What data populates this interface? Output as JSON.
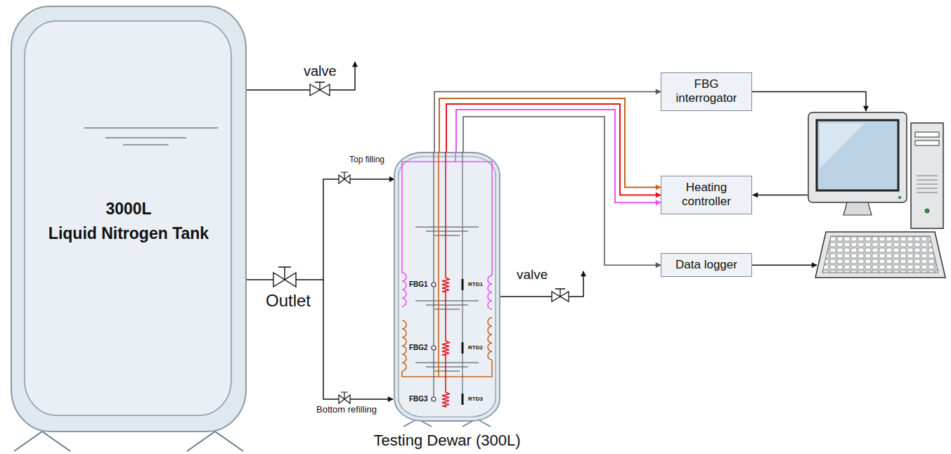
{
  "diagram": {
    "nodes": [
      {
        "text": [
          "3000L Liquid Nitrogen Tank"
        ]
      },
      {
        "text": [
          "Testing Dewar (300L)"
        ]
      },
      {
        "text": [
          "FBG interrogator"
        ]
      },
      {
        "text": [
          "Heating controller"
        ]
      },
      {
        "text": [
          "Data logger"
        ]
      }
    ],
    "edges": [
      {
        "from": 0,
        "to": 1,
        "arrow": "to"
      },
      {
        "from": 1,
        "to": 2,
        "arrow": "to"
      },
      {
        "from": 1,
        "to": 3,
        "arrow": "to"
      },
      {
        "from": 1,
        "to": 3,
        "arrow": "to"
      },
      {
        "from": 1,
        "to": 3,
        "arrow": "to"
      },
      {
        "from": 1,
        "to": 4,
        "arrow": "to"
      }
    ],
    "labels": [
      "valve",
      "Outlet",
      "Top filling",
      "Bottom refilling",
      "FBG1",
      "RTD1",
      "FBG2",
      "RTD2",
      "FBG3",
      "RTD3",
      "valve"
    ]
  }
}
